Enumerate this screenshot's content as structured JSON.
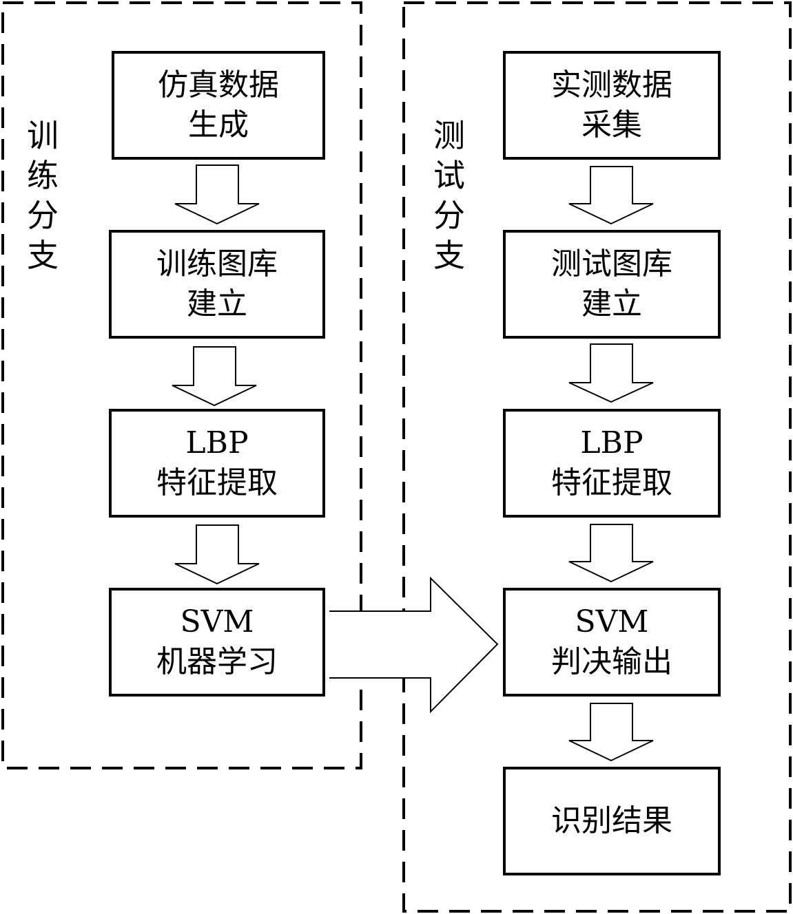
{
  "training_branch": {
    "label_chars": [
      "训",
      "练",
      "分",
      "支"
    ],
    "steps": [
      {
        "lines": [
          "仿真数据",
          "生成"
        ]
      },
      {
        "lines": [
          "训练图库",
          "建立"
        ]
      },
      {
        "lines": [
          "LBP",
          "特征提取"
        ]
      },
      {
        "lines": [
          "SVM",
          "机器学习"
        ]
      }
    ]
  },
  "testing_branch": {
    "label_chars": [
      "测",
      "试",
      "分",
      "支"
    ],
    "steps": [
      {
        "lines": [
          "实测数据",
          "采集"
        ]
      },
      {
        "lines": [
          "测试图库",
          "建立"
        ]
      },
      {
        "lines": [
          "LBP",
          "特征提取"
        ]
      },
      {
        "lines": [
          "SVM",
          "判决输出"
        ]
      },
      {
        "lines": [
          "识别结果"
        ]
      }
    ]
  }
}
